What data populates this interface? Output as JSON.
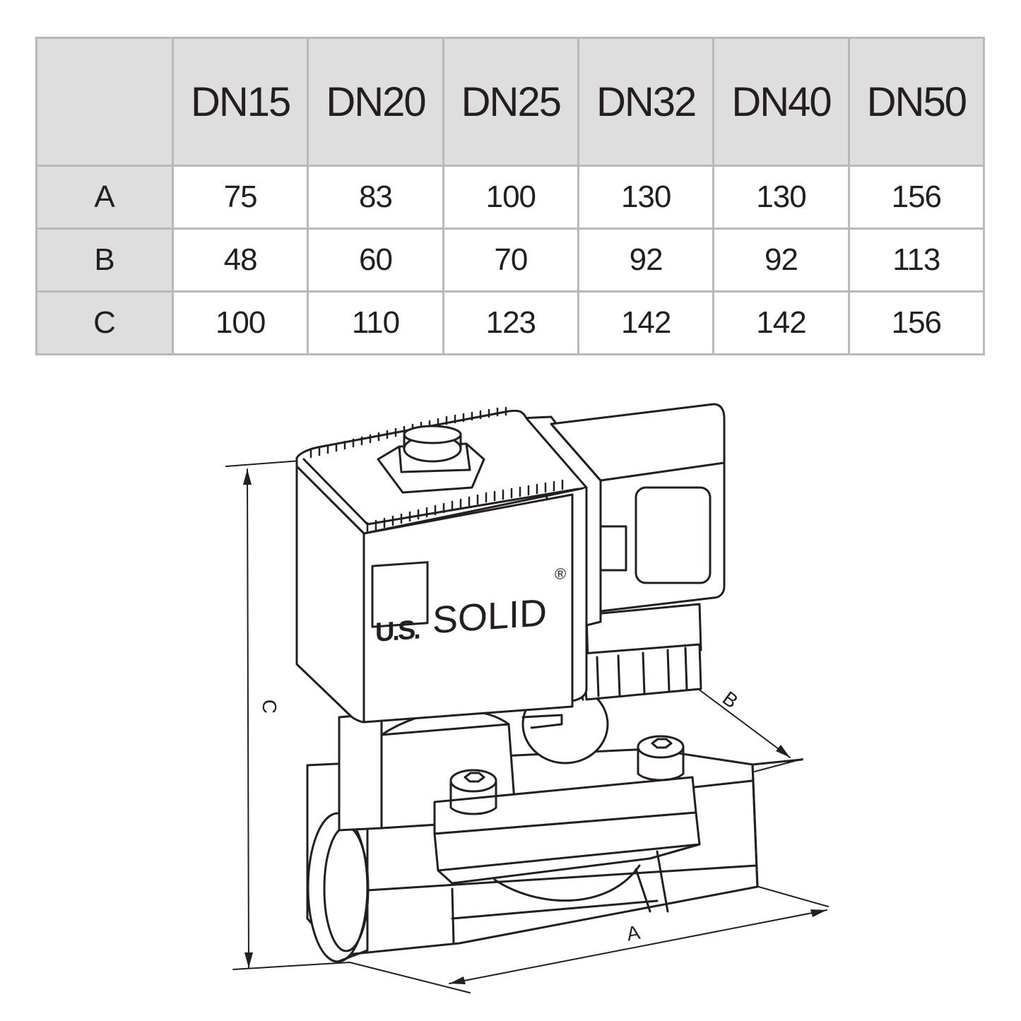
{
  "table": {
    "columns": [
      "DN15",
      "DN20",
      "DN25",
      "DN32",
      "DN40",
      "DN50"
    ],
    "rows": [
      {
        "label": "A",
        "values": [
          "75",
          "83",
          "100",
          "130",
          "130",
          "156"
        ]
      },
      {
        "label": "B",
        "values": [
          "48",
          "60",
          "70",
          "92",
          "92",
          "113"
        ]
      },
      {
        "label": "C",
        "values": [
          "100",
          "110",
          "123",
          "142",
          "142",
          "156"
        ]
      }
    ]
  },
  "drawing": {
    "dimension_labels": {
      "a": "A",
      "b": "B",
      "c": "C"
    },
    "brand": {
      "us": "U.S.",
      "solid": "SOLID",
      "registered": "®"
    }
  },
  "colors": {
    "header_bg": "#dedede",
    "grid_line": "#b9b9b9",
    "text": "#231f20",
    "line_art": "#231f20"
  }
}
